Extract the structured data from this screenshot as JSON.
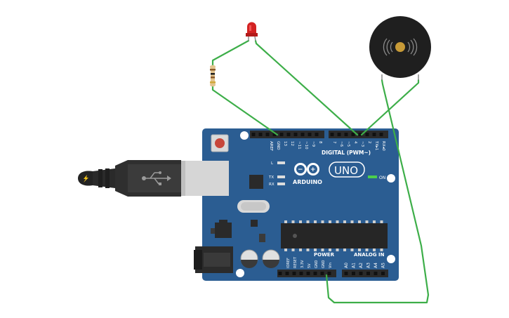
{
  "board": {
    "brand": "ARDUINO",
    "model": "UNO",
    "on_label": "ON",
    "led_l": "L",
    "led_tx": "TX",
    "led_rx": "RX",
    "digital_header": "DIGITAL (PWM~)",
    "digital_pins": [
      "AREF",
      "GND",
      "13",
      "12",
      "~11",
      "~10",
      "~9",
      "8",
      "7",
      "~6",
      "~5",
      "4",
      "~3",
      "2",
      "TX▸1",
      "RX◂0"
    ],
    "power_header": "POWER",
    "power_pins": [
      "IOREF",
      "RESET",
      "3.3V",
      "5V",
      "GND",
      "GND",
      "Vin"
    ],
    "analog_header": "ANALOG IN",
    "analog_pins": [
      "A0",
      "A1",
      "A2",
      "A3",
      "A4",
      "A5"
    ]
  },
  "colors": {
    "board": "#2b5d92",
    "wire": "#3dae49",
    "led": "#d32222",
    "header": "#2a2a2a",
    "buzzer": "#1f1f1f",
    "buzzer_center": "#c79a37"
  },
  "icons": {
    "usb_cable": "usb-symbol-icon",
    "plug": "lightning-icon",
    "buzzer": "sound-waves-icon"
  }
}
